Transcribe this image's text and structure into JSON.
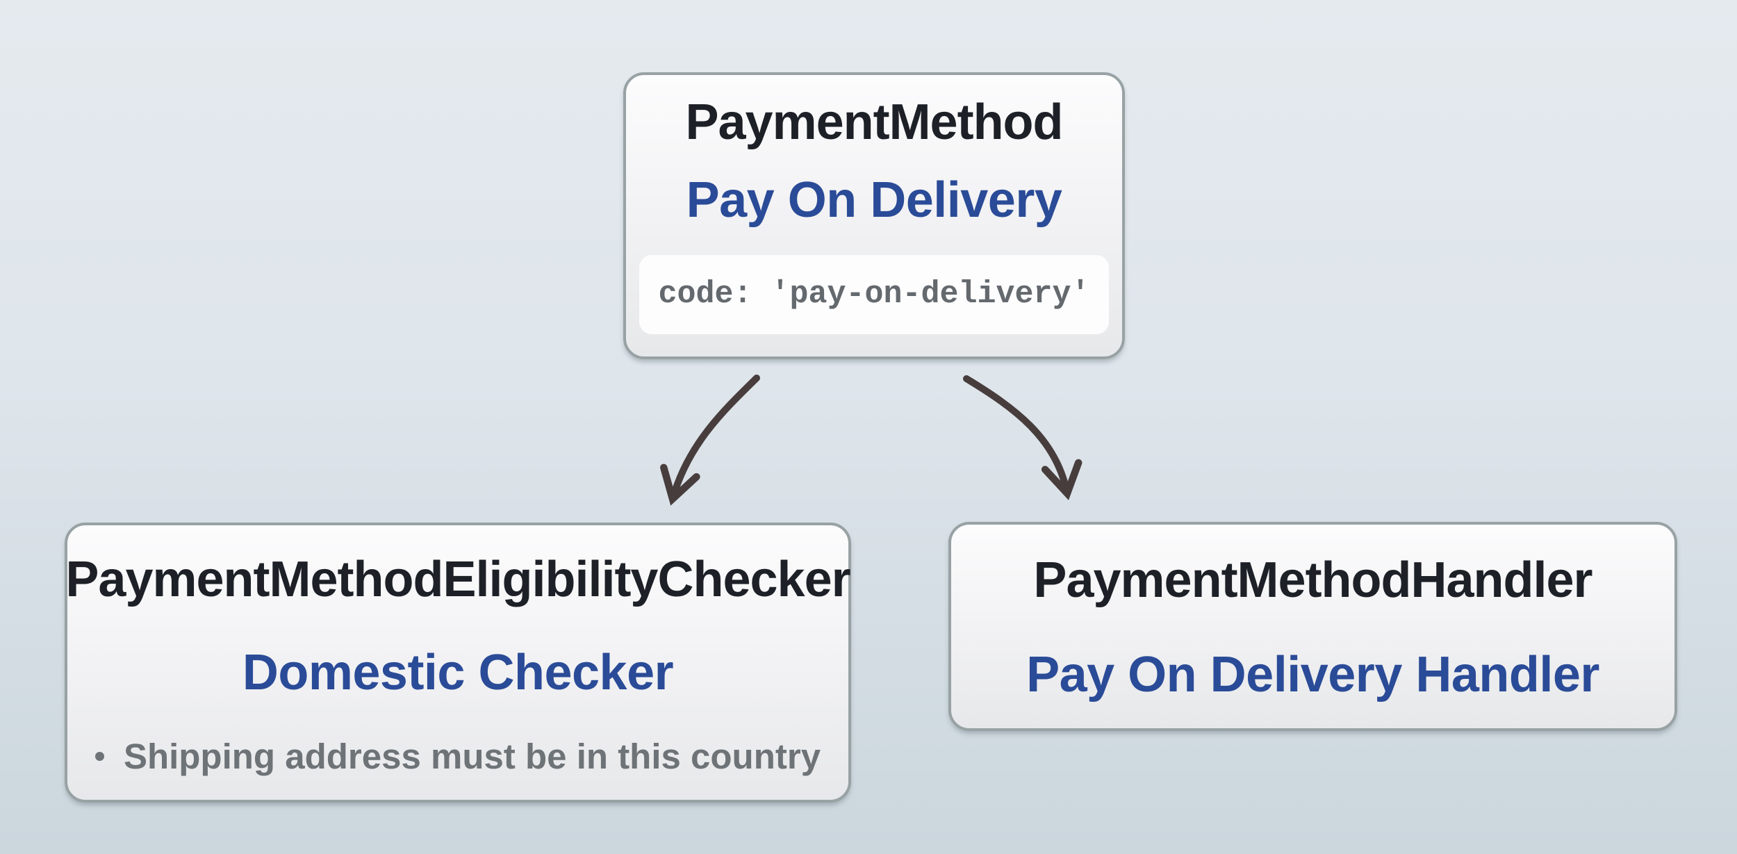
{
  "nodes": {
    "payment_method": {
      "title": "PaymentMethod",
      "subtitle": "Pay On Delivery",
      "code": "code: 'pay-on-delivery'"
    },
    "eligibility_checker": {
      "title": "PaymentMethodEligibilityChecker",
      "subtitle": "Domestic Checker",
      "bullets": [
        "Shipping address must be in this country"
      ]
    },
    "handler": {
      "title": "PaymentMethodHandler",
      "subtitle": "Pay On Delivery Handler"
    }
  },
  "colors": {
    "bg_top": "#e5eaef",
    "bg_bottom": "#cbd6dd",
    "node_bg_top": "#fcfcfd",
    "node_bg_bottom": "#e7e8ea",
    "node_border": "#98a2a4",
    "title": "#1d2127",
    "subtitle": "#2a4b97",
    "code_text": "#64696e",
    "code_bg": "#fdfdfe",
    "bullet": "#6e7377",
    "arrow": "#483d3d"
  }
}
